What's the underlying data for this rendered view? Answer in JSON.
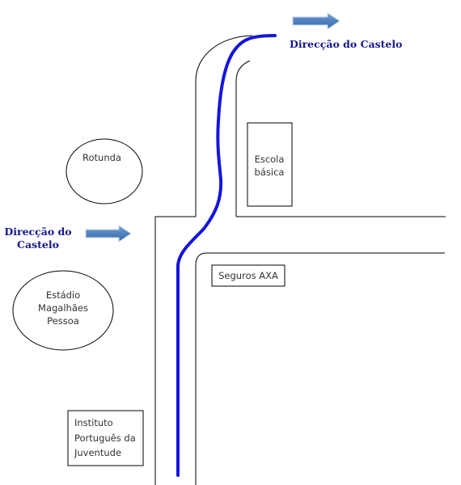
{
  "colors": {
    "route": "#1515dd",
    "direction_text": "#16168f",
    "arrow_fill": "#4f81bd",
    "lines": "#000000"
  },
  "directions": {
    "top": "Direcção do Castelo",
    "left_line1": "Direcção do",
    "left_line2": "Castelo"
  },
  "landmarks": {
    "rotunda": "Rotunda",
    "estadio": [
      "Estádio",
      "Magalhães",
      "Pessoa"
    ],
    "escola": [
      "Escola",
      "básica"
    ],
    "seguros": "Seguros AXA",
    "instituto": [
      "Instituto",
      "Português da",
      "Juventude"
    ]
  }
}
